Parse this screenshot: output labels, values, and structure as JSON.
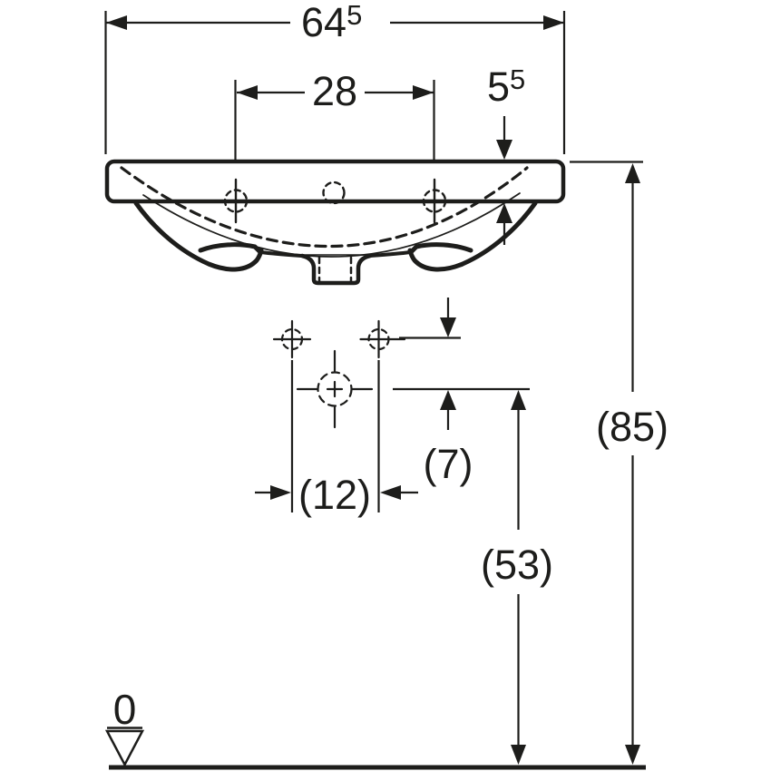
{
  "drawing": {
    "title": "washbasin-dimension-drawing-front-view",
    "colors": {
      "line": "#1d1d1b",
      "background": "#ffffff"
    },
    "dimensions": {
      "total_width": {
        "value": "64",
        "sup": "5"
      },
      "tap_hole_spacing": {
        "value": "28"
      },
      "apron_height": {
        "value": "5",
        "sup": "5"
      },
      "overall_height": {
        "label": "(85)"
      },
      "outlet_height": {
        "label": "(53)"
      },
      "outlet_offset": {
        "label": "(7)"
      },
      "fixing_hole_spacing": {
        "label": "(12)"
      },
      "datum_level": {
        "label": "0"
      }
    }
  }
}
